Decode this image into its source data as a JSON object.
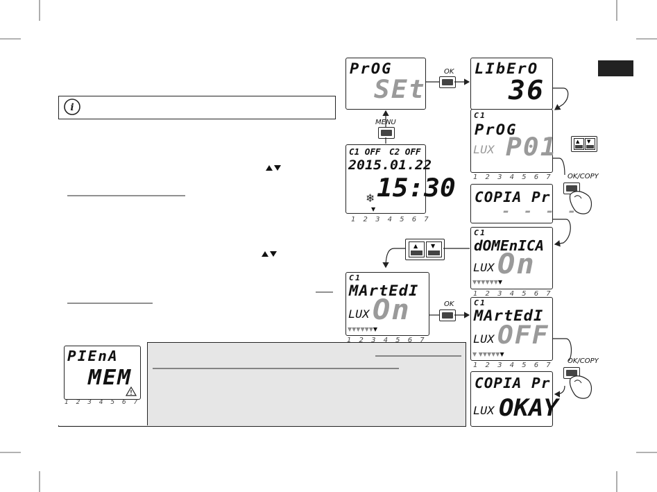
{
  "screens": {
    "prog_set": {
      "line1": "PrOG",
      "line2": "SEt"
    },
    "libero": {
      "line1": "LIbErO",
      "line2": "36"
    },
    "home": {
      "c1": "C1 OFF",
      "c2": "C2 OFF",
      "date": "2015.01.22",
      "time": "15:30",
      "days": "1 2 3 4 5 6 7"
    },
    "prog_p01": {
      "c1": "C1",
      "line1": "PrOG",
      "lux": "LUX",
      "line2": "P01",
      "days": "1 2 3 4 5 6 7"
    },
    "copia_dots": {
      "line1": "COPIA Pr",
      "line2": "- - - -"
    },
    "domenica": {
      "c1": "C1",
      "line1": "dOMEnICA",
      "lux": "LUX",
      "line2": "On",
      "days": "1 2 3 4 5 6 7"
    },
    "martedi_on": {
      "c1": "C1",
      "line1": "MArtEdI",
      "lux": "LUX",
      "line2": "On",
      "days": "1 2 3 4 5 6 7"
    },
    "martedi_off": {
      "c1": "C1",
      "line1": "MArtEdI",
      "lux": "LUX",
      "line2": "OFF",
      "days": "1 2 3 4 5 6 7"
    },
    "copia_okay": {
      "line1": "COPIA Pr",
      "lux": "LUX",
      "line2": "OKAY"
    },
    "piena_mem": {
      "line1": "PIEnA",
      "line2": "MEM",
      "days": "1 2 3 4 5 6 7"
    }
  },
  "buttons": {
    "ok1": "OK",
    "menu": "MENU",
    "ok_copy1": "OK/COPY",
    "ok2": "OK",
    "ok_copy2": "OK/COPY"
  }
}
